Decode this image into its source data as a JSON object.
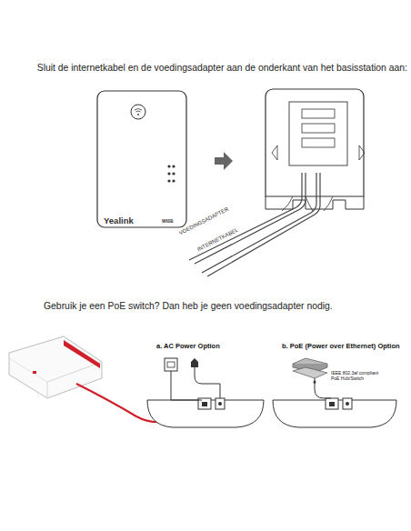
{
  "diagram": {
    "labels": [
      "Sluit de internetkabel en de voedingsadapter aan de onderkant van het basisstation aan:",
      "Yealink",
      "W60B",
      "VOEDINGSADAPTER",
      "INTERNETKABEL",
      "Gebruik je een PoE switch? Dan heb je geen voedingsadapter nodig.",
      "a. AC Power Option",
      "b. PoE (Power over Ethernet) Option",
      "IEEE 802.3af compliant PoE Hub/Switch"
    ]
  }
}
